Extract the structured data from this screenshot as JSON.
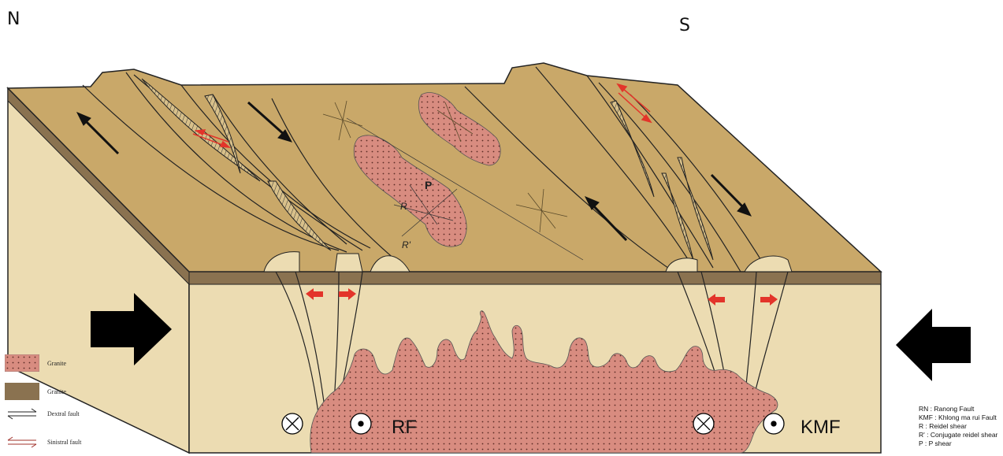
{
  "compass": {
    "north": "N",
    "south": "S"
  },
  "labels": {
    "p": "P",
    "r": "R",
    "r_prime": "R'",
    "rf": "RF",
    "kmf": "KMF"
  },
  "legend": [
    {
      "label": "Granite",
      "swatch": "granite-dotted"
    },
    {
      "label": "Granite",
      "swatch": "brown-layer"
    },
    {
      "label": "Dextral fault",
      "swatch": "dextral-arrows"
    },
    {
      "label": "Sinistral fault",
      "swatch": "sinistral-arrows"
    }
  ],
  "abbreviations": [
    "RN : Ranong Fault",
    "KMF : Khlong ma rui Fault",
    "R : Reidel shear",
    "R' : Conjugate reidel shear",
    "P : P shear"
  ],
  "colors": {
    "surface": "#c9a869",
    "front": "#ecdcb2",
    "side": "#ecdcb2",
    "layer": "#8a7250",
    "granite": "#d88c80",
    "arrow_red": "#e3342a",
    "arrow_black": "#000000"
  }
}
